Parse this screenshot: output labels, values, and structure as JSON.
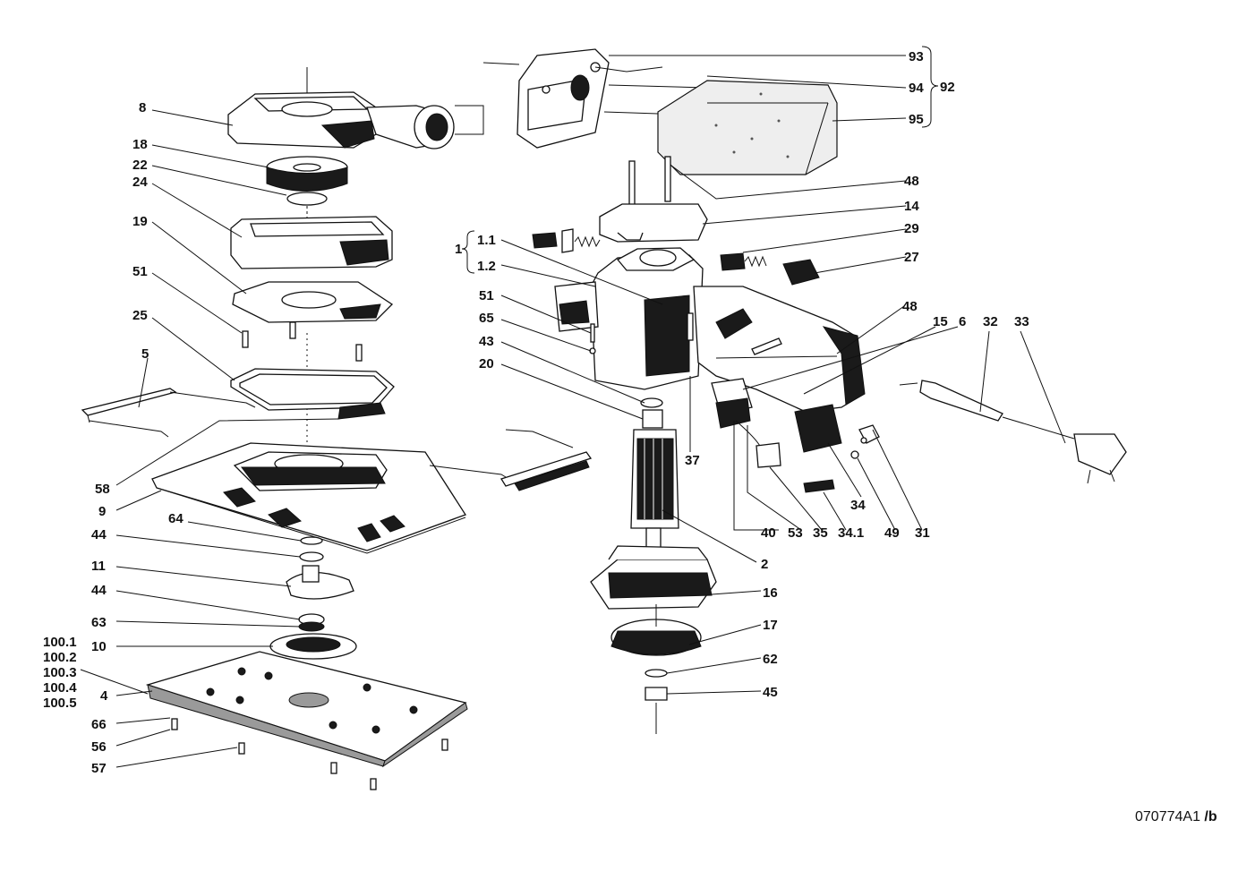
{
  "diagram": {
    "labels": {
      "l8": "8",
      "l18": "18",
      "l22": "22",
      "l24": "24",
      "l19": "19",
      "l51a": "51",
      "l25": "25",
      "l5": "5",
      "l58": "58",
      "l9": "9",
      "l64": "64",
      "l44a": "44",
      "l11": "11",
      "l44b": "44",
      "l63": "63",
      "l10": "10",
      "l100_1": "100.1",
      "l100_2": "100.2",
      "l100_3": "100.3",
      "l100_4": "100.4",
      "l100_5": "100.5",
      "l4": "4",
      "l66": "66",
      "l56": "56",
      "l57": "57",
      "l93": "93",
      "l94": "94",
      "l95": "95",
      "l92": "92",
      "l48a": "48",
      "l14": "14",
      "l29": "29",
      "l27": "27",
      "l1": "1",
      "l1_1": "1.1",
      "l1_2": "1.2",
      "l51b": "51",
      "l65": "65",
      "l43": "43",
      "l20": "20",
      "l37": "37",
      "l48b": "48",
      "l15": "15",
      "l6": "6",
      "l32": "32",
      "l33": "33",
      "l34": "34",
      "l40": "40",
      "l53": "53",
      "l35": "35",
      "l34_1": "34.1",
      "l49": "49",
      "l31": "31",
      "l2": "2",
      "l16": "16",
      "l17": "17",
      "l62": "62",
      "l45": "45"
    },
    "doc_code": "070774A1",
    "doc_suffix": "/b"
  }
}
